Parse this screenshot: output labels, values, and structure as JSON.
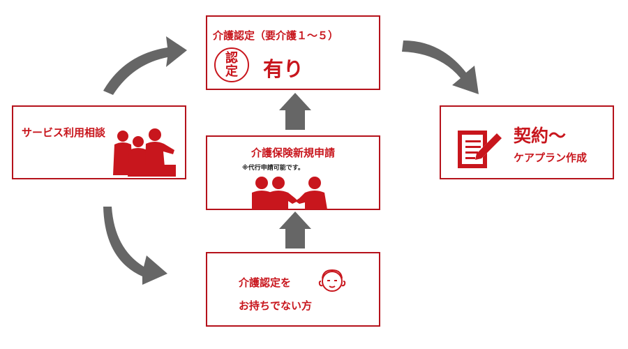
{
  "colors": {
    "accent": "#c8161d",
    "arrow": "#666666",
    "border": "#b5121b"
  },
  "nodes": {
    "consultation": {
      "label": "サービス利用相談",
      "icon": "meeting-people-icon"
    },
    "certified": {
      "title": "介護認定（要介護１～５）",
      "stamp": "認定",
      "status": "有り",
      "icon": "stamp-icon"
    },
    "application": {
      "title": "介護保険新規申請",
      "note": "※代行申請可能です。",
      "icon": "handshake-people-icon"
    },
    "not_certified": {
      "line1": "介護認定を",
      "line2": "お持ちでない方",
      "icon": "face-icon"
    },
    "contract": {
      "line1": "契約～",
      "line2": "ケアプラン作成",
      "icon": "document-pen-icon"
    }
  }
}
